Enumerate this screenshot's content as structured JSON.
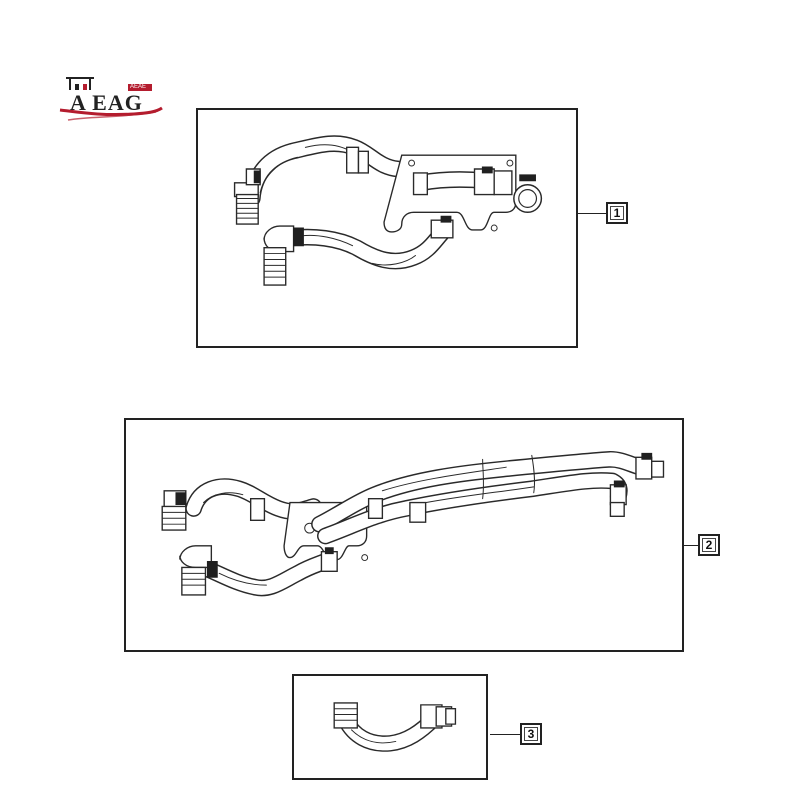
{
  "logo": {
    "text": "A EAG",
    "small_text": "AEAE",
    "accent_color": "#b41c2e"
  },
  "callouts": [
    {
      "label": "1"
    },
    {
      "label": "2"
    },
    {
      "label": "3"
    }
  ],
  "colors": {
    "line": "#222222",
    "background": "#ffffff"
  }
}
